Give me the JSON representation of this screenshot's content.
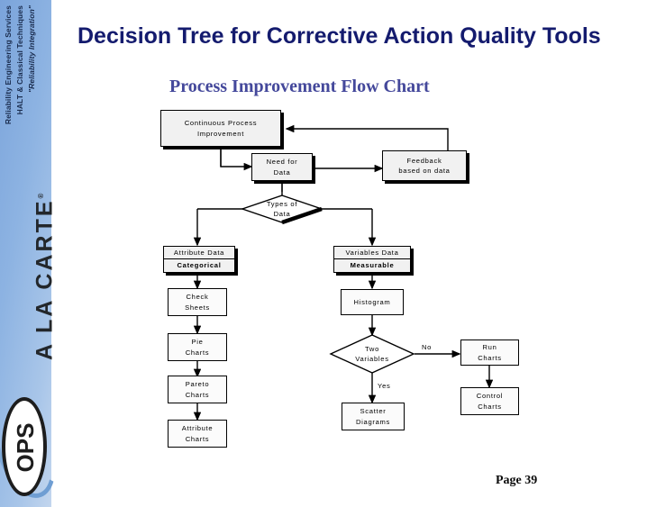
{
  "slide": {
    "title": "Decision Tree for Corrective Action Quality Tools",
    "subtitle": "Process Improvement Flow Chart",
    "page_label": "Page 39"
  },
  "branding": {
    "taglines": [
      "Reliability Engineering Services",
      "HALT & Classical Techniques",
      "\"Reliability Integration\""
    ],
    "logo_primary": "OPS",
    "logo_secondary": "A LA CARTE",
    "logo_registered": "®",
    "strip_color_start": "#7ba4db",
    "strip_color_end": "#c3d6ee",
    "title_color": "#141b6e",
    "subtitle_color": "#44489b"
  },
  "chart_data": {
    "type": "diagram",
    "title": "Process Improvement Flow Chart",
    "nodes": [
      {
        "id": "cpi",
        "shape": "process",
        "label_lines": [
          "Continuous Process",
          "Improvement"
        ]
      },
      {
        "id": "need",
        "shape": "process",
        "label_lines": [
          "Need for",
          "Data"
        ]
      },
      {
        "id": "feedback",
        "shape": "process",
        "label_lines": [
          "Feedback",
          "based on data"
        ]
      },
      {
        "id": "types",
        "shape": "decision",
        "label_lines": [
          "Types of",
          "Data"
        ]
      },
      {
        "id": "attribute",
        "shape": "split-process",
        "label_lines": [
          "Attribute Data",
          "Categorical"
        ]
      },
      {
        "id": "variables",
        "shape": "split-process",
        "label_lines": [
          "Variables Data",
          "Measurable"
        ]
      },
      {
        "id": "check",
        "shape": "process",
        "label_lines": [
          "Check",
          "Sheets"
        ]
      },
      {
        "id": "pie",
        "shape": "process",
        "label_lines": [
          "Pie",
          "Charts"
        ]
      },
      {
        "id": "pareto",
        "shape": "process",
        "label_lines": [
          "Pareto",
          "Charts"
        ]
      },
      {
        "id": "attrcharts",
        "shape": "process",
        "label_lines": [
          "Attribute",
          "Charts"
        ]
      },
      {
        "id": "histogram",
        "shape": "process",
        "label_lines": [
          "Histogram"
        ]
      },
      {
        "id": "twovar",
        "shape": "decision",
        "label_lines": [
          "Two",
          "Variables"
        ]
      },
      {
        "id": "scatter",
        "shape": "process",
        "label_lines": [
          "Scatter",
          "Diagrams"
        ]
      },
      {
        "id": "run",
        "shape": "process",
        "label_lines": [
          "Run",
          "Charts"
        ]
      },
      {
        "id": "control",
        "shape": "process",
        "label_lines": [
          "Control",
          "Charts"
        ]
      }
    ],
    "edges": [
      {
        "from": "cpi",
        "to": "need",
        "label": ""
      },
      {
        "from": "need",
        "to": "feedback",
        "label": ""
      },
      {
        "from": "feedback",
        "to": "cpi",
        "label": ""
      },
      {
        "from": "need",
        "to": "types",
        "label": ""
      },
      {
        "from": "types",
        "to": "attribute",
        "label": ""
      },
      {
        "from": "types",
        "to": "variables",
        "label": ""
      },
      {
        "from": "attribute",
        "to": "check",
        "label": ""
      },
      {
        "from": "check",
        "to": "pie",
        "label": ""
      },
      {
        "from": "pie",
        "to": "pareto",
        "label": ""
      },
      {
        "from": "pareto",
        "to": "attrcharts",
        "label": ""
      },
      {
        "from": "variables",
        "to": "histogram",
        "label": ""
      },
      {
        "from": "histogram",
        "to": "twovar",
        "label": ""
      },
      {
        "from": "twovar",
        "to": "scatter",
        "label": "Yes"
      },
      {
        "from": "twovar",
        "to": "run",
        "label": "No"
      },
      {
        "from": "run",
        "to": "control",
        "label": ""
      }
    ],
    "edge_labels": {
      "yes": "Yes",
      "no": "No"
    }
  }
}
